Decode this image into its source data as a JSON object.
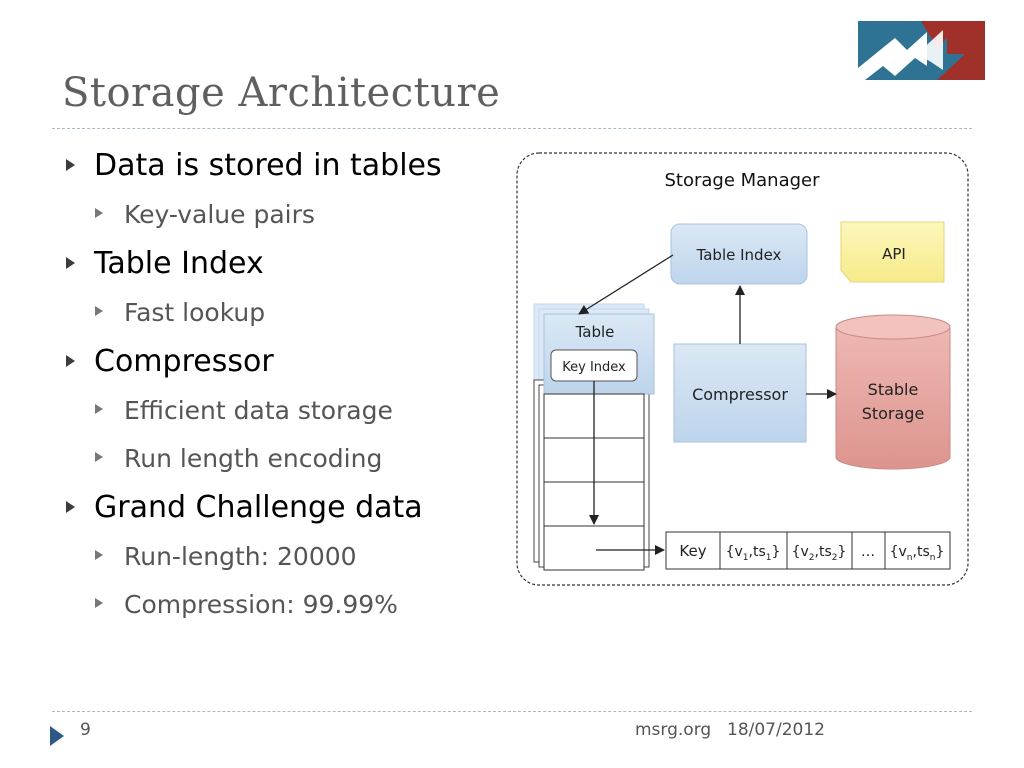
{
  "slide": {
    "title": "Storage Architecture",
    "bullets": [
      {
        "text": "Data is stored in tables",
        "subs": [
          "Key-value pairs"
        ]
      },
      {
        "text": "Table Index",
        "subs": [
          "Fast lookup"
        ]
      },
      {
        "text": "Compressor",
        "subs": [
          "Efficient data storage",
          "Run length encoding"
        ]
      },
      {
        "text": "Grand Challenge data",
        "subs": [
          "Run-length: 20000",
          "Compression: 99.99%"
        ]
      }
    ]
  },
  "diagram": {
    "title": "Storage Manager",
    "table_index": "Table Index",
    "api": "API",
    "table": "Table",
    "key_index": "Key Index",
    "compressor": "Compressor",
    "stable_storage_line1": "Stable",
    "stable_storage_line2": "Storage",
    "record": {
      "key": "Key",
      "ellipsis": "…",
      "cells": [
        {
          "v": "v",
          "vsub": "1",
          "ts": "ts",
          "tssub": "1"
        },
        {
          "v": "v",
          "vsub": "2",
          "ts": "ts",
          "tssub": "2"
        },
        {
          "v": "v",
          "vsub": "n",
          "ts": "ts",
          "tssub": "n"
        }
      ]
    }
  },
  "footer": {
    "page_number": "9",
    "site": "msrg.org",
    "date": "18/07/2012"
  },
  "colors": {
    "title": "#5f5f5f",
    "rule": "#a9b9c7",
    "blue_box": "#cfe0f1",
    "api_note": "#fbf3a6",
    "storage": "#e6a5a0",
    "logo_blue": "#1f6f95",
    "logo_red": "#9e2a26"
  },
  "icons": {
    "logo": "msrg-logo",
    "bullet": "triangle-bullet-icon",
    "footer": "footer-arrow-icon"
  }
}
